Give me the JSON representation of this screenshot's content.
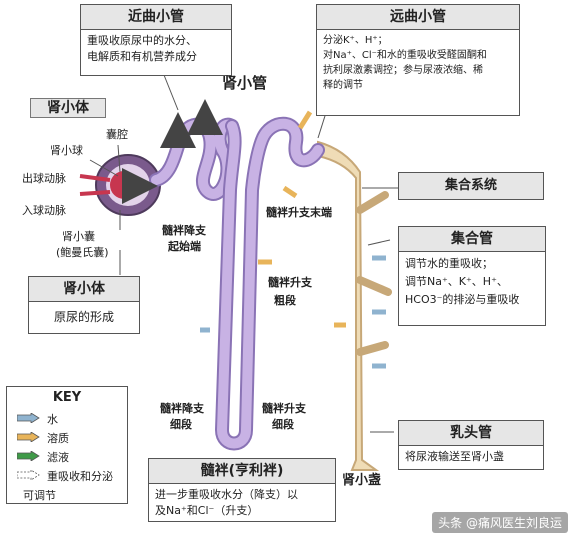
{
  "boxes": {
    "pct": {
      "title": "近曲小管",
      "lines": [
        "重吸收原尿中的水分、",
        "电解质和有机营养成分"
      ]
    },
    "dct": {
      "title": "远曲小管",
      "lines": [
        "分泌K⁺、H⁺；",
        "对Na⁺、Cl⁻和水的重吸收受醛固酮和",
        "抗利尿激素调控；参与尿液浓缩、稀",
        "释的调节"
      ]
    },
    "renal_corpuscle": {
      "title": "肾小体",
      "lines": [
        "原尿的形成"
      ]
    },
    "collecting_system": {
      "title": "集合系统"
    },
    "collecting_duct": {
      "title": "集合管",
      "lines": [
        "调节水的重吸收；",
        "调节Na⁺、K⁺、H⁺、",
        "HCO3⁻的排泌与重吸收"
      ]
    },
    "papillary_duct": {
      "title": "乳头管",
      "lines": [
        "将尿液输送至肾小盏"
      ]
    },
    "loop": {
      "title": "髓袢(亨利袢)",
      "lines": [
        "进一步重吸收水分（降支）以",
        "及Na⁺和Cl⁻（升支）"
      ]
    }
  },
  "labels": {
    "shen_xiao_ti": "肾小体",
    "nang_qiang": "囊腔",
    "shen_xiao_qiu": "肾小球",
    "chu_qiu": "出球动脉",
    "ru_qiu": "入球动脉",
    "shen_xiao_nang": "肾小囊",
    "bao_man": "(鲍曼氏囊)",
    "shen_xiao_guan": "肾小管",
    "desc_start_1": "髓袢降支",
    "desc_start_2": "起始端",
    "asc_end": "髓袢升支末端",
    "asc_thick_1": "髓袢升支",
    "asc_thick_2": "粗段",
    "desc_thin_1": "髓袢降支",
    "desc_thin_2": "细段",
    "asc_thin_1": "髓袢升支",
    "asc_thin_2": "细段",
    "calyx": "肾小盏"
  },
  "key": {
    "title": "KEY",
    "items": [
      {
        "label": "水",
        "color": "#8fb3cf"
      },
      {
        "label": "溶质",
        "color": "#e8b45a"
      },
      {
        "label": "滤液",
        "color": "#3f9a48"
      },
      {
        "label": "重吸收和分泌",
        "color": "#ffffff"
      },
      {
        "label": "可调节",
        "color": ""
      }
    ]
  },
  "watermark": "头条 @痛风医生刘良运",
  "colors": {
    "tubule": "#c8b2e4",
    "tubule_edge": "#8a73b5",
    "collecting": "#efdcb6",
    "collecting_edge": "#c7a878",
    "glomerulus": "#c7364f"
  }
}
